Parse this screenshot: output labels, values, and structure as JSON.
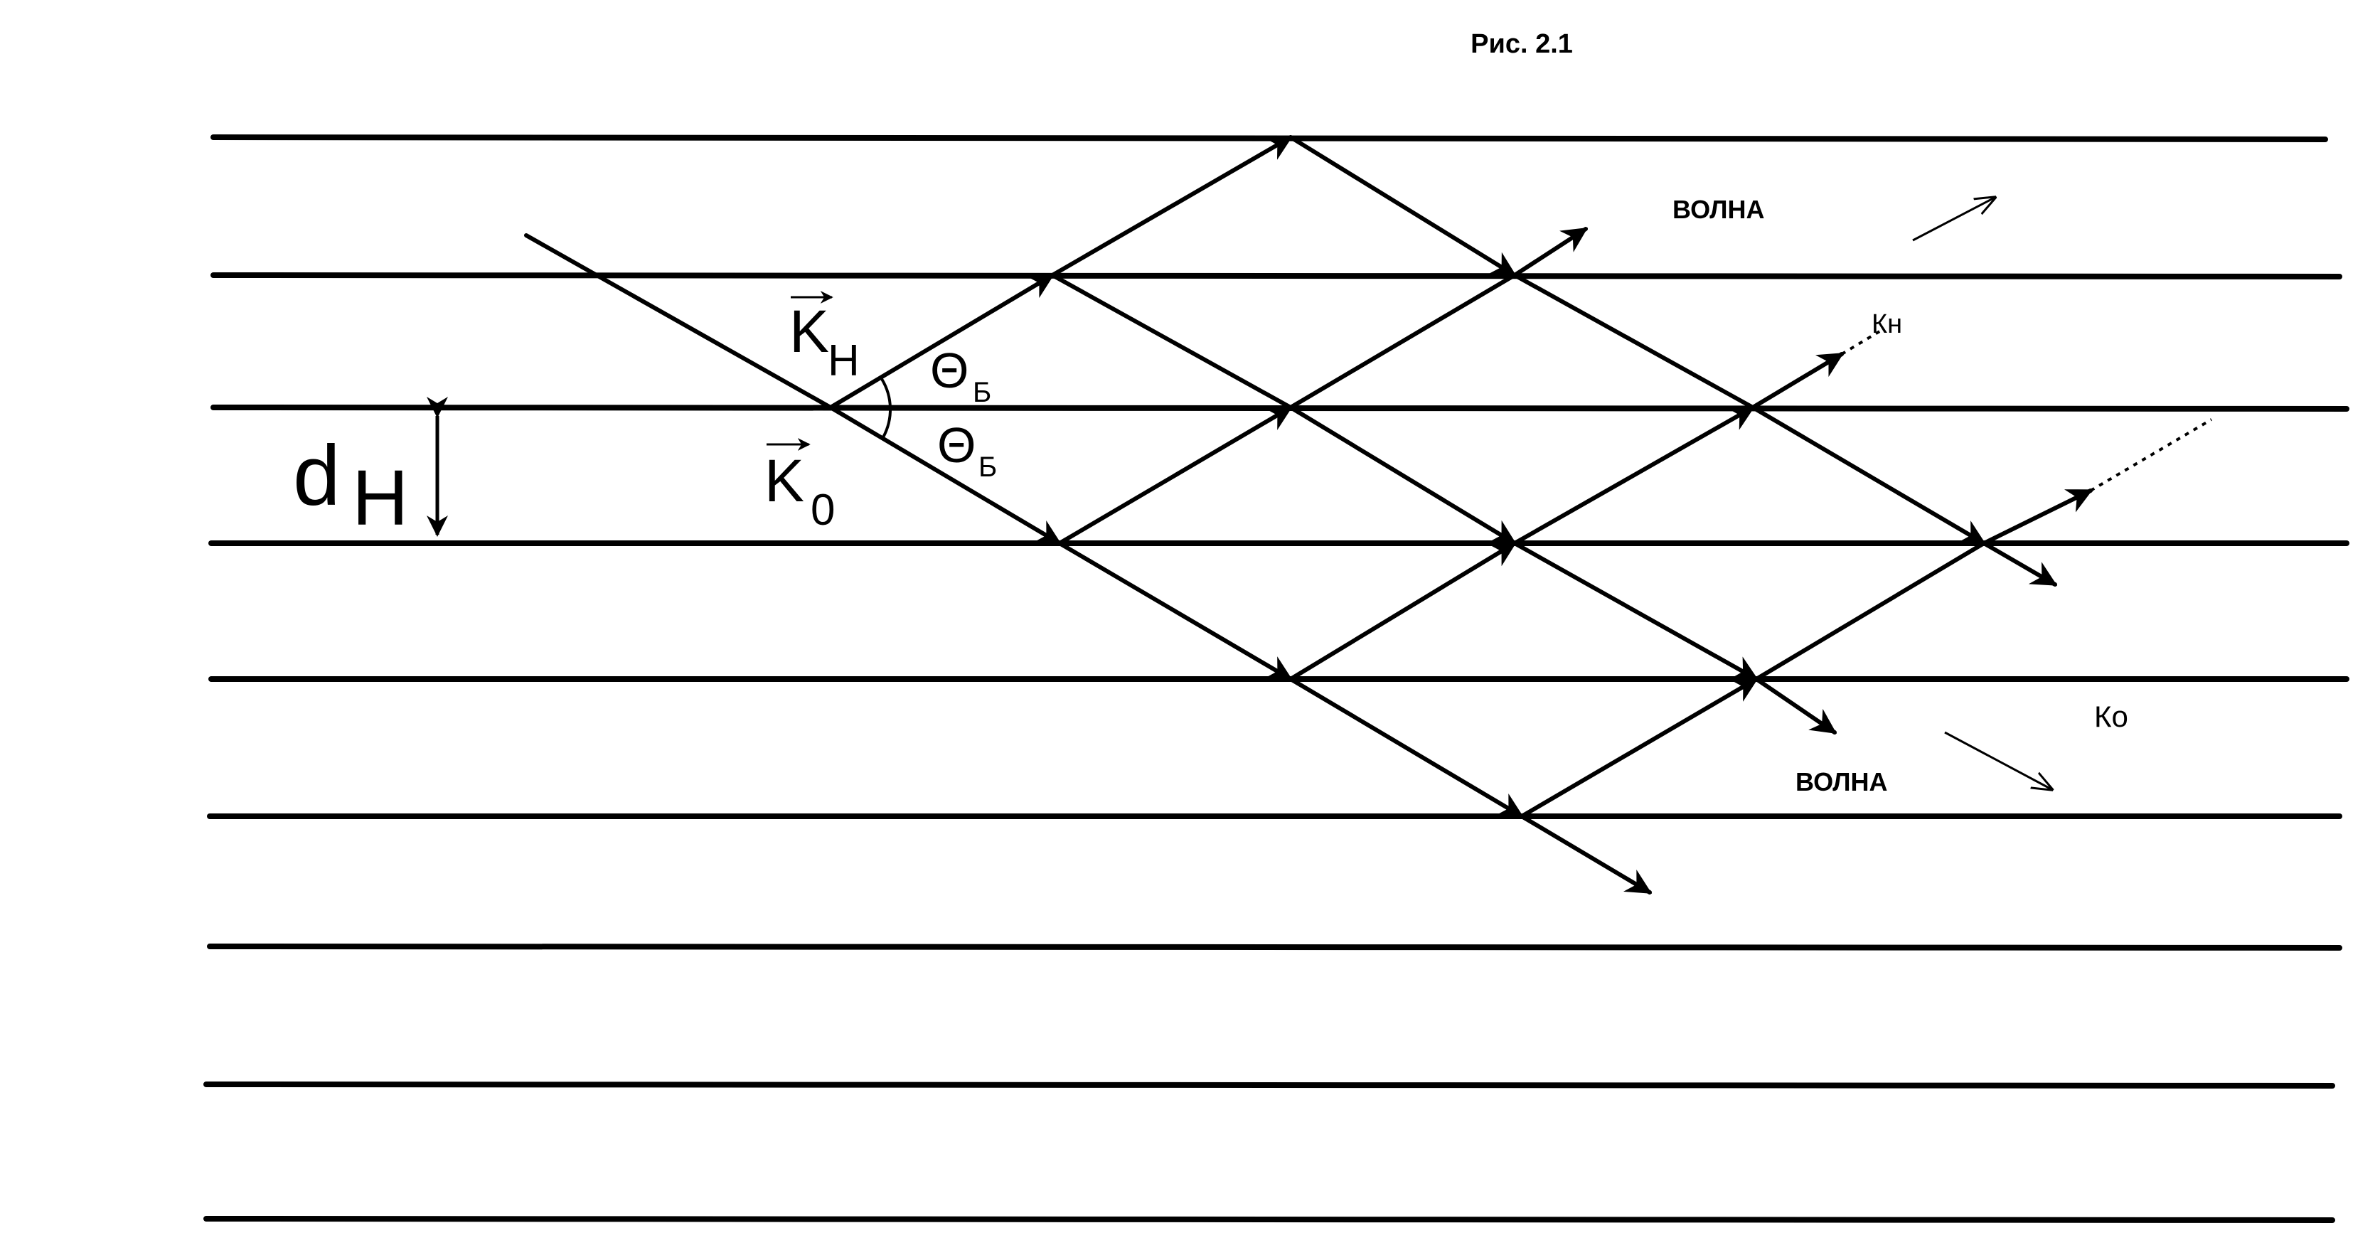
{
  "caption": "Рис. 2.1",
  "labels": {
    "wave_top": "ВОЛНА",
    "wave_bottom": "ВОЛНА",
    "k_h": "Кн",
    "k_o": "Ко",
    "vec_kh_letter": "K",
    "vec_kh_sub": "H",
    "vec_k0_letter": "K",
    "vec_k0_sub": "0",
    "theta": "Θ",
    "theta_sub": "Б",
    "d_letter": "d",
    "d_sub": "H"
  },
  "colors": {
    "ink": "#000000",
    "background": "#ffffff"
  }
}
